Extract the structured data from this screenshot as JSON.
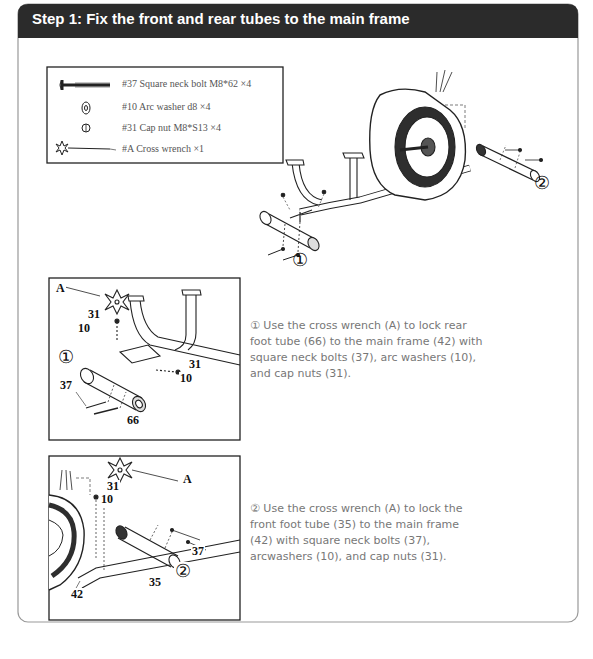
{
  "diagram": {
    "title": "Step 1: Fix the front and rear tubes to the main frame",
    "nodes": [
      {
        "text": [
          "#37 Square neck bolt M8*62 ×4",
          "#10 Arc washer d8 ×4",
          "#31 Cap nut M8*S13 ×4",
          "#A Cross wrench ×1"
        ]
      },
      {
        "text": [
          "A",
          "31",
          "10",
          "①",
          "31",
          "10",
          "37",
          "66"
        ]
      },
      {
        "text": [
          "31",
          "10",
          "A",
          "②",
          "37",
          "42",
          "35"
        ]
      }
    ],
    "labels": [
      "①",
      "②",
      "① Use the cross wrench (A) to lock rear foot tube (66) to the main frame (42) with square neck bolts (37), arc washers (10), and cap nuts (31).",
      "② Use the cross wrench (A) to lock the front foot tube (35) to the main frame (42) with square neck bolts (37), arcwashers (10), and cap nuts (31)."
    ]
  }
}
